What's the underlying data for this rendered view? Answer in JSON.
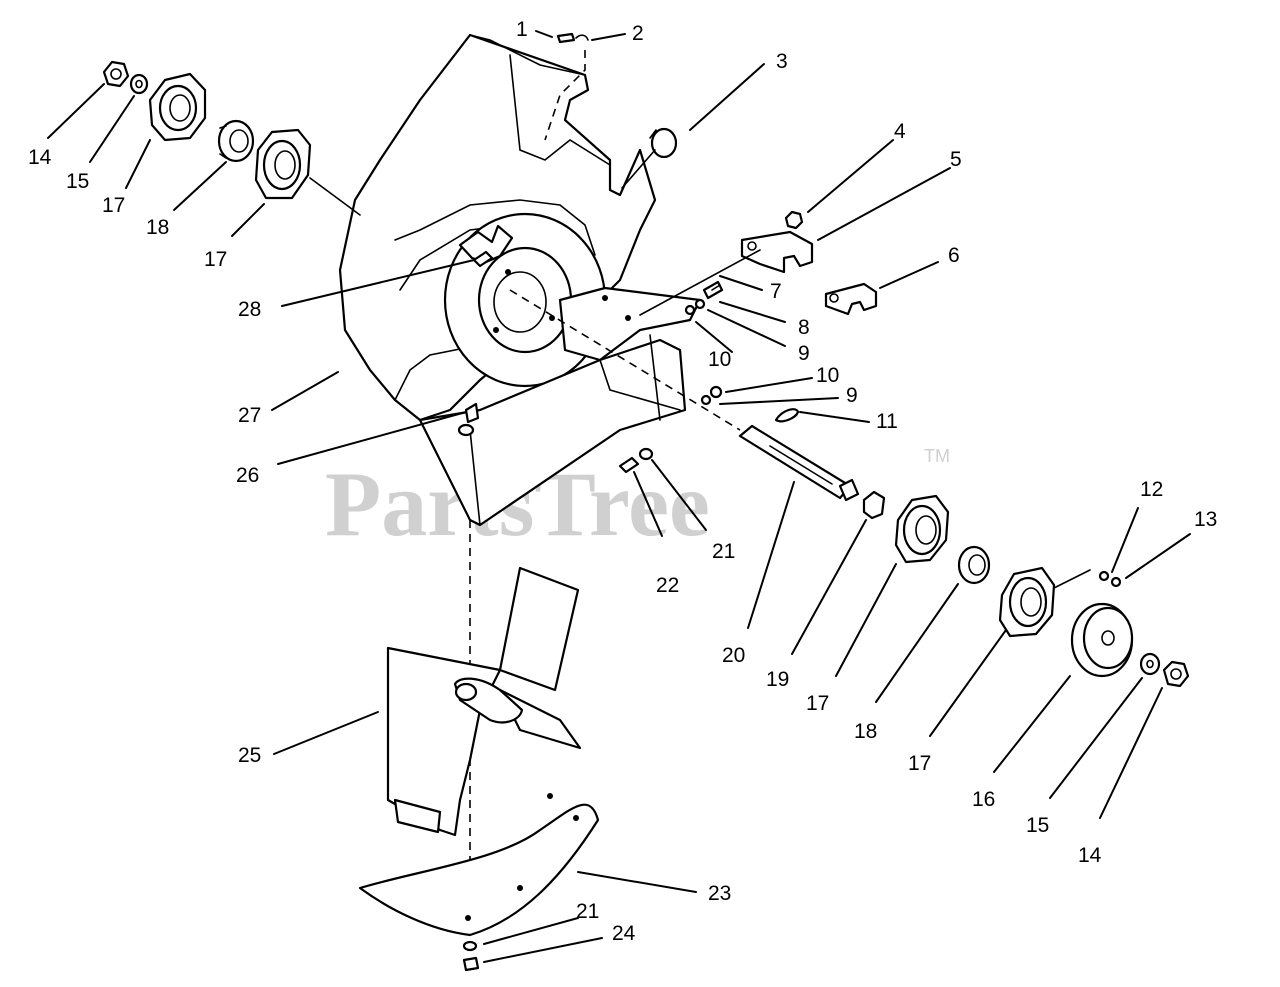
{
  "watermark": {
    "text": "PartsTree",
    "mark": "TM"
  },
  "callouts": {
    "c1": "1",
    "c2": "2",
    "c3": "3",
    "c4": "4",
    "c5": "5",
    "c6": "6",
    "c7": "7",
    "c8": "8",
    "c9a": "9",
    "c9b": "9",
    "c10a": "10",
    "c10b": "10",
    "c11": "11",
    "c12": "12",
    "c13": "13",
    "c14a": "14",
    "c14b": "14",
    "c15a": "15",
    "c15b": "15",
    "c16": "16",
    "c17a": "17",
    "c17b": "17",
    "c17c": "17",
    "c17d": "17",
    "c18a": "18",
    "c18b": "18",
    "c19": "19",
    "c20": "20",
    "c21a": "21",
    "c21b": "21",
    "c22": "22",
    "c23": "23",
    "c24": "24",
    "c25": "25",
    "c26": "26",
    "c27": "27",
    "c28": "28"
  }
}
